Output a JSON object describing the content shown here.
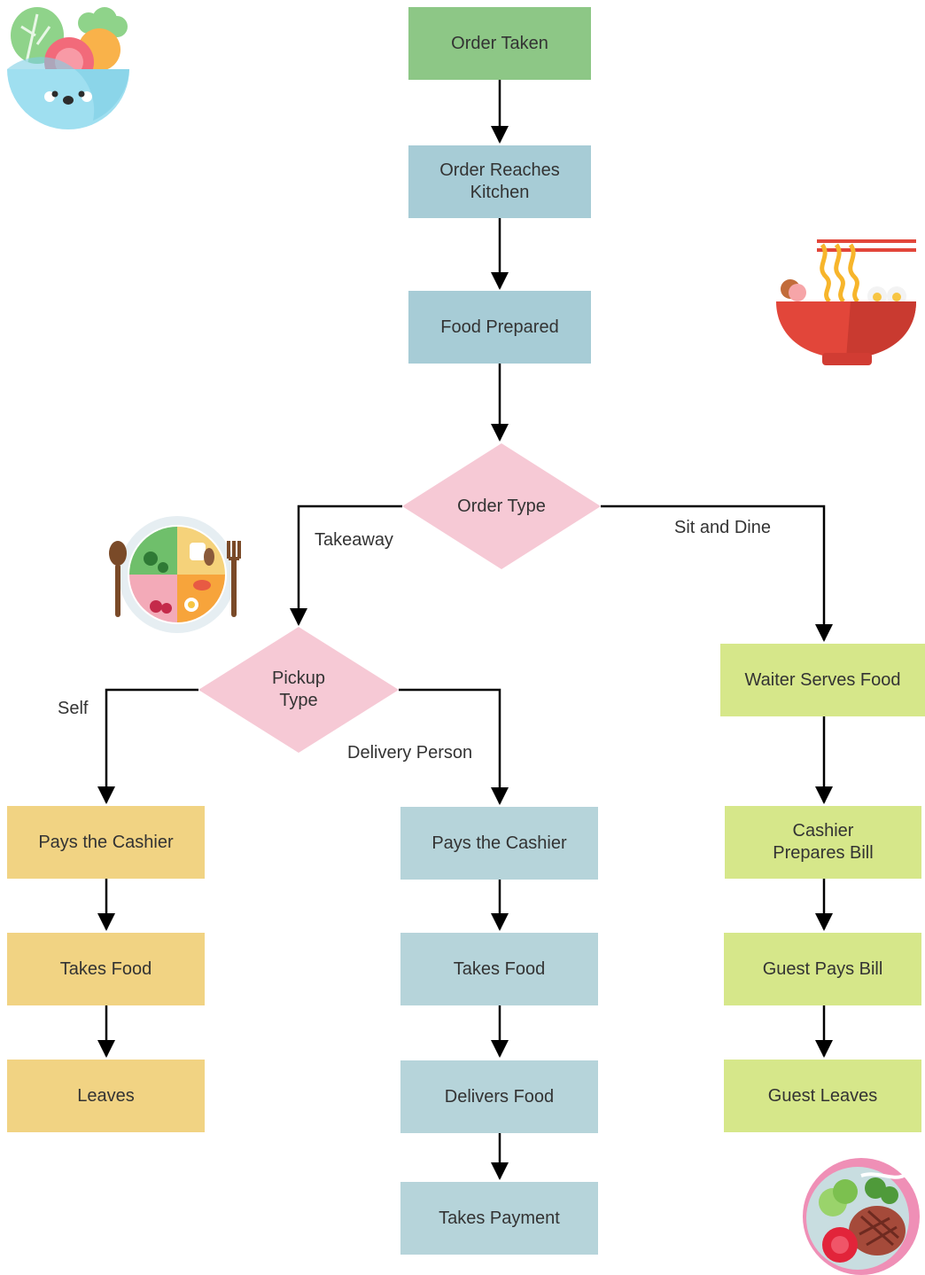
{
  "colors": {
    "start": "#8dc786",
    "main_process": "#a7ccd6",
    "decision": "#f6c9d5",
    "self_pickup": "#f1d383",
    "delivery": "#b6d4da",
    "dine_in": "#d6e78a",
    "edge": "#000000"
  },
  "nodes": {
    "order_taken": "Order Taken",
    "order_reaches_kitchen": "Order Reaches\nKitchen",
    "food_prepared": "Food Prepared",
    "order_type": "Order Type",
    "pickup_type": "Pickup\nType",
    "waiter_serves_food": "Waiter Serves Food",
    "self_pays_cashier": "Pays the Cashier",
    "self_takes_food": "Takes Food",
    "self_leaves": "Leaves",
    "delivery_pays_cashier": "Pays the Cashier",
    "delivery_takes_food": "Takes Food",
    "delivers_food": "Delivers Food",
    "takes_payment": "Takes Payment",
    "cashier_prepares_bill": "Cashier\nPrepares Bill",
    "guest_pays_bill": "Guest Pays Bill",
    "guest_leaves": "Guest Leaves"
  },
  "edge_labels": {
    "takeaway": "Takeaway",
    "sit_and_dine": "Sit and Dine",
    "self": "Self",
    "delivery_person": "Delivery Person"
  },
  "icons": [
    "salad-bowl-icon",
    "ramen-bowl-icon",
    "food-plate-icon",
    "steak-plate-icon"
  ]
}
